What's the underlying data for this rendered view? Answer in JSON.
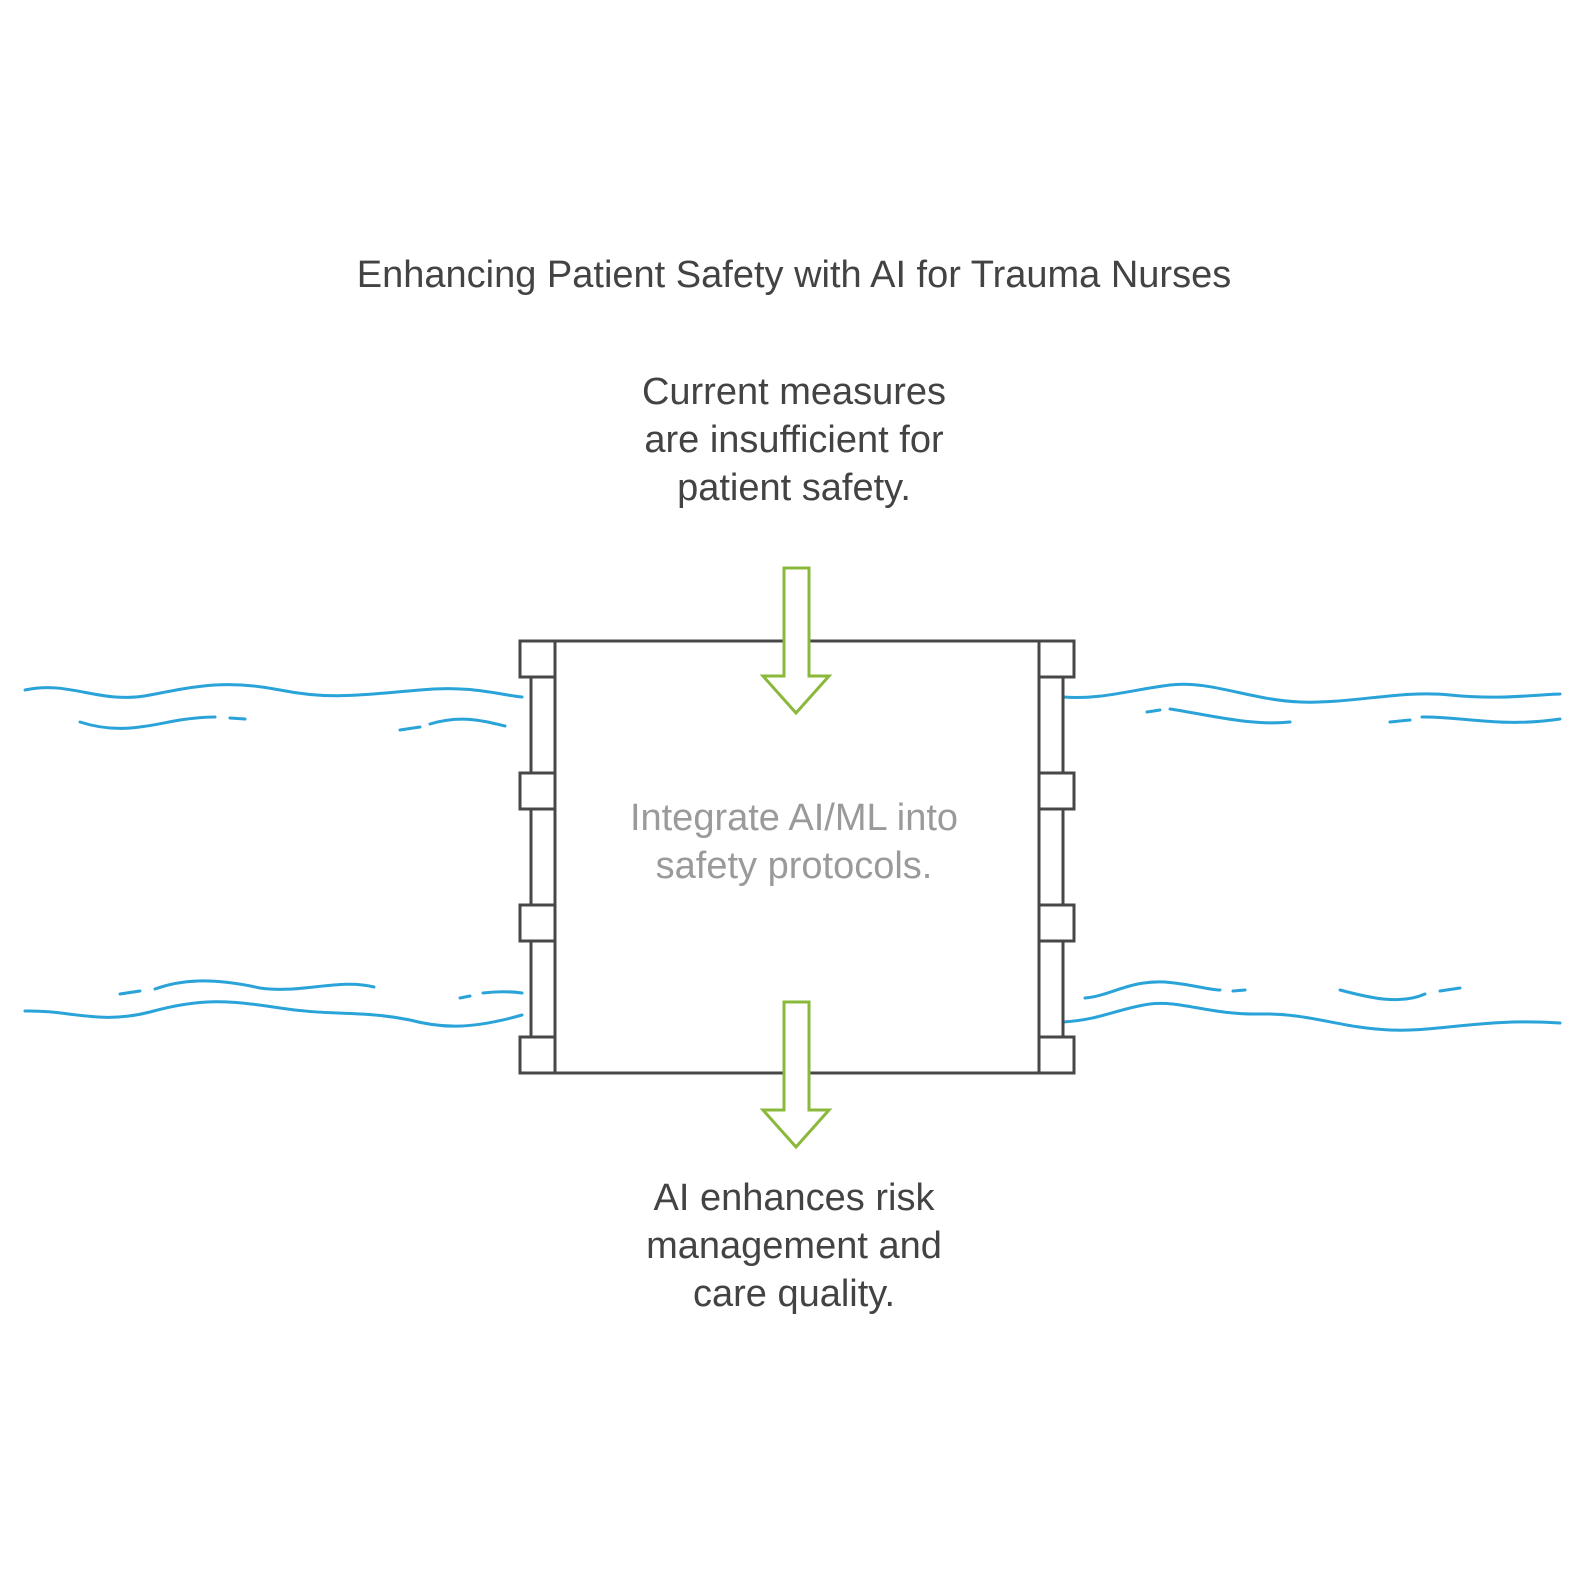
{
  "title": "Enhancing Patient Safety with AI for Trauma Nurses",
  "problem": {
    "text": "Current measures\nare insufficient for\npatient safety."
  },
  "solution": {
    "text": "Integrate AI/ML into\nsafety protocols."
  },
  "outcome": {
    "text": "AI enhances risk\nmanagement and\ncare quality."
  },
  "colors": {
    "text_dark": "#434343",
    "text_muted": "#9a9a9a",
    "water": "#29a3d8",
    "arrow": "#8ab83a",
    "frame": "#474747"
  },
  "icons": {
    "arrow_in": "arrow-down-icon",
    "arrow_out": "arrow-down-icon",
    "frame": "dam-gate-icon"
  }
}
